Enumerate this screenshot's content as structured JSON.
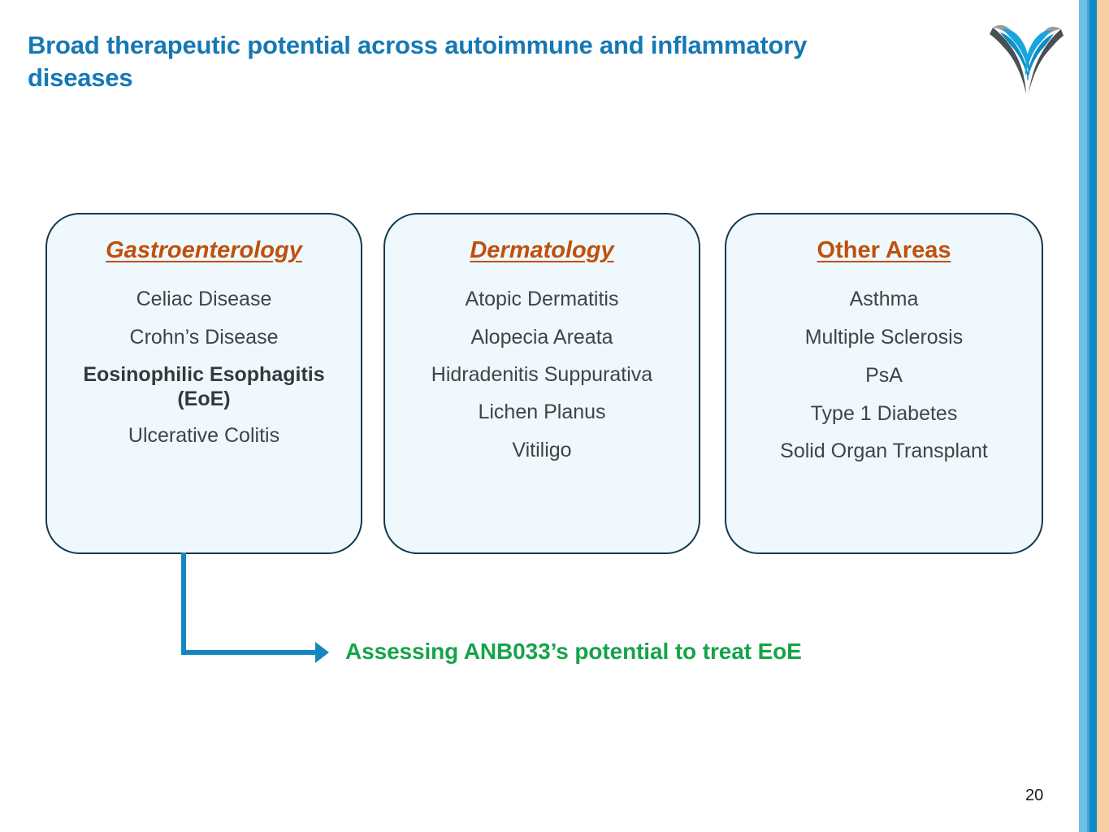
{
  "slide": {
    "title": "Broad therapeutic potential across autoimmune and inflammatory diseases",
    "page_number": "20",
    "caption": "Assessing ANB033’s potential to treat EoE"
  },
  "colors": {
    "title_blue": "#1678B4",
    "heading_orange": "#C0500C",
    "box_fill": "#EFF8FD",
    "box_border": "#16384E",
    "body_text": "#3F4547",
    "caption_green": "#16A34A",
    "connector_blue": "#1287C0",
    "stripe_light_blue": "#6CC0E4",
    "stripe_mid_blue": "#3FA7D6",
    "stripe_blue": "#0B8BC8",
    "stripe_peach": "#F8CFA3",
    "logo_cyan": "#17A5DC",
    "logo_gray": "#9A9A9A",
    "logo_dark": "#4A4F54"
  },
  "logo": {
    "name": "company-logo",
    "shape": "stylized-antibody-y-mark"
  },
  "connector": {
    "name": "elbow-arrow-connector",
    "from": "Gastroenterology box",
    "to": "caption"
  },
  "boxes": [
    {
      "id": "gastroenterology",
      "heading": "Gastroenterology",
      "heading_style": "bold-italic-underline",
      "items": [
        {
          "text": "Celiac Disease",
          "emphasis": false
        },
        {
          "text": "Crohn’s Disease",
          "emphasis": false
        },
        {
          "text": "Eosinophilic Esophagitis (EoE)",
          "emphasis": true
        },
        {
          "text": "Ulcerative Colitis",
          "emphasis": false
        }
      ]
    },
    {
      "id": "dermatology",
      "heading": "Dermatology",
      "heading_style": "bold-italic-underline",
      "items": [
        {
          "text": "Atopic Dermatitis",
          "emphasis": false
        },
        {
          "text": "Alopecia Areata",
          "emphasis": false
        },
        {
          "text": "Hidradenitis Suppurativa",
          "emphasis": false
        },
        {
          "text": "Lichen Planus",
          "emphasis": false
        },
        {
          "text": "Vitiligo",
          "emphasis": false
        }
      ]
    },
    {
      "id": "other-areas",
      "heading": "Other Areas",
      "heading_style": "bold-underline",
      "items": [
        {
          "text": "Asthma",
          "emphasis": false
        },
        {
          "text": "Multiple Sclerosis",
          "emphasis": false
        },
        {
          "text": "PsA",
          "emphasis": false
        },
        {
          "text": "Type 1 Diabetes",
          "emphasis": false
        },
        {
          "text": "Solid Organ Transplant",
          "emphasis": false
        }
      ]
    }
  ]
}
